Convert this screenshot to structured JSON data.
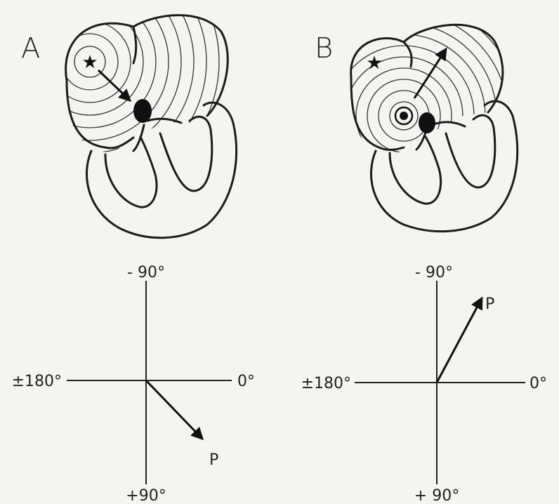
{
  "panels": [
    {
      "id": "A",
      "letter": "A",
      "star_glyph": "★",
      "vector_label": "P",
      "axes": {
        "top": "- 90°",
        "bottom": "+90°",
        "left": "±180°",
        "right": "0°"
      }
    },
    {
      "id": "B",
      "letter": "B",
      "star_glyph": "★",
      "vector_label": "P",
      "axes": {
        "top": "- 90°",
        "bottom": "+ 90°",
        "left": "±180°",
        "right": "0°"
      }
    }
  ],
  "icons": {
    "origin_marker": "star-icon",
    "av_node": "av-node-icon",
    "sa_node": "pacemaker-dot-icon"
  }
}
